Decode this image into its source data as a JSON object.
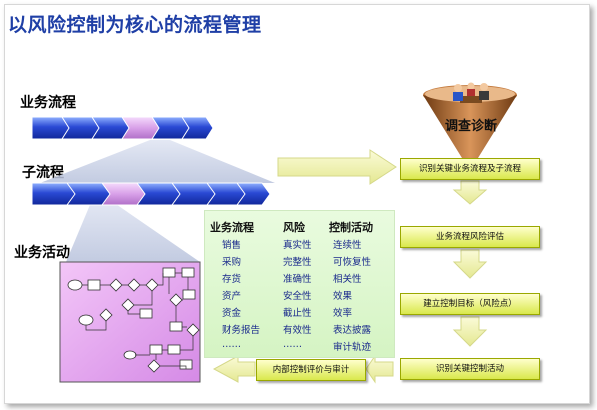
{
  "title": "以风险控制为核心的流程管理",
  "labels": {
    "business_process": "业务流程",
    "sub_process": "子流程",
    "business_activity": "业务活动"
  },
  "funnel": {
    "label": "调查诊断"
  },
  "steps": [
    "识别关键业务流程及子流程",
    "业务流程风险评估",
    "建立控制目标（风险点）",
    "识别关键控制活动"
  ],
  "bottom_step": "内部控制评价与审计",
  "table": {
    "columns": [
      {
        "header": "业务流程",
        "items": [
          "销售",
          "采购",
          "存货",
          "资产",
          "资金",
          "财务报告",
          "……"
        ]
      },
      {
        "header": "风险",
        "items": [
          "真实性",
          "完整性",
          "准确性",
          "安全性",
          "截止性",
          "有效性",
          "……"
        ]
      },
      {
        "header": "控制活动",
        "items": [
          "连续性",
          "可恢复性",
          "相关性",
          "效果",
          "效率",
          "表达披露",
          "审计轨迹"
        ]
      }
    ]
  },
  "colors": {
    "title": "#1f3fa6",
    "chevron_blue": "#2540c4",
    "chevron_pink": "#d8a0e8",
    "green_panel": "#d9f5c8",
    "step_yellow": "#d9e84c",
    "arrow_yellow": "#eef0a0",
    "funnel_brown": "#a8612a",
    "activity_pink": "#e6a6f0"
  },
  "icons": [
    "people-meeting-icon",
    "flowchart-icon"
  ]
}
